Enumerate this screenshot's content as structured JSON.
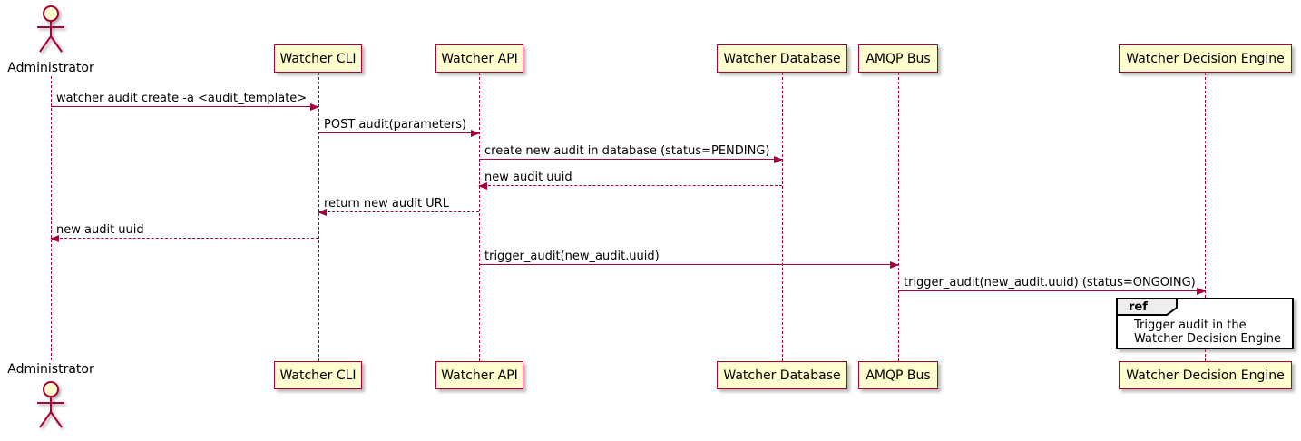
{
  "diagram": {
    "actor": {
      "label": "Administrator"
    },
    "participants": [
      {
        "label": "Watcher CLI"
      },
      {
        "label": "Watcher API"
      },
      {
        "label": "Watcher Database"
      },
      {
        "label": "AMQP Bus"
      },
      {
        "label": "Watcher Decision Engine"
      }
    ],
    "messages": [
      {
        "from": "Administrator",
        "to": "Watcher CLI",
        "label": "watcher audit create -a <audit_template>",
        "style": "solid"
      },
      {
        "from": "Watcher CLI",
        "to": "Watcher API",
        "label": "POST audit(parameters)",
        "style": "solid"
      },
      {
        "from": "Watcher API",
        "to": "Watcher Database",
        "label": "create new audit in database (status=PENDING)",
        "style": "solid"
      },
      {
        "from": "Watcher Database",
        "to": "Watcher API",
        "label": "new audit uuid",
        "style": "dashed"
      },
      {
        "from": "Watcher API",
        "to": "Watcher CLI",
        "label": "return new audit URL",
        "style": "dashed"
      },
      {
        "from": "Watcher CLI",
        "to": "Administrator",
        "label": "new audit uuid",
        "style": "dashed"
      },
      {
        "from": "Watcher API",
        "to": "AMQP Bus",
        "label": "trigger_audit(new_audit.uuid)",
        "style": "solid"
      },
      {
        "from": "AMQP Bus",
        "to": "Watcher Decision Engine",
        "label": "trigger_audit(new_audit.uuid) (status=ONGOING)",
        "style": "solid"
      }
    ],
    "ref": {
      "keyword": "ref",
      "line1": "Trigger audit in the",
      "line2": "Watcher Decision Engine"
    },
    "colors": {
      "participant_fill": "#FEFECE",
      "participant_border": "#A80036",
      "arrow": "#A80036",
      "lifeline": "#A80036",
      "ref_border": "#000000",
      "ref_tab_fill": "#EEEEEE",
      "text": "#000000"
    }
  }
}
